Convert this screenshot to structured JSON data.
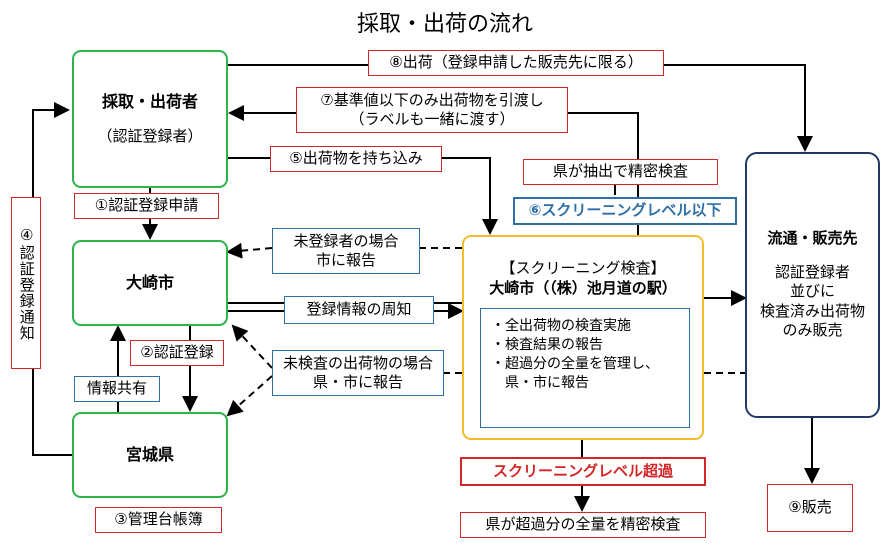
{
  "title": "採取・出荷の流れ",
  "actors": {
    "harvester": {
      "name": "採取・出荷者",
      "sub": "（認証登録者）"
    },
    "osaki": {
      "name": "大崎市"
    },
    "miyagi": {
      "name": "宮城県"
    },
    "screening": {
      "title": "【スクリーニング検査】",
      "place": "大崎市（（株）池月道の駅）"
    },
    "distribution": {
      "name": "流通・販売先",
      "desc": [
        "認証登録者",
        "並びに",
        "検査済み出荷物",
        "のみ販売"
      ]
    }
  },
  "screening_tasks": [
    "・全出荷物の検査実施",
    "・検査結果の報告",
    "・超過分の全量を管理し、",
    "　県・市に報告"
  ],
  "labels": {
    "s1": "①認証登録申請",
    "s2": "②認証登録",
    "s3": "③管理台帳簿",
    "s4": "④認証登録通知",
    "s5": "⑤出荷物を持ち込み",
    "s6": "⑥スクリーニングレベル以下",
    "s7a": "⑦基準値以下のみ出荷物を引渡し",
    "s7b": "（ラベルも一緒に渡す）",
    "s8": "⑧出荷（登録申請した販売先に限る）",
    "s9": "⑨販売",
    "unregistered_a": "未登録者の場合",
    "unregistered_b": "市に報告",
    "reg_info": "登録情報の周知",
    "uninspected_a": "未検査の出荷物の場合",
    "uninspected_b": "県・市に報告",
    "info_share": "情報共有",
    "pref_sample": "県が抽出で精密検査",
    "over_level": "スクリーニングレベル超過",
    "pref_full": "県が超過分の全量を精密検査"
  },
  "colors": {
    "actor": "#2db34a",
    "screening": "#f2bd2c",
    "distribution": "#1f3864",
    "red": "#d42626",
    "blue": "#2f6fa8"
  }
}
